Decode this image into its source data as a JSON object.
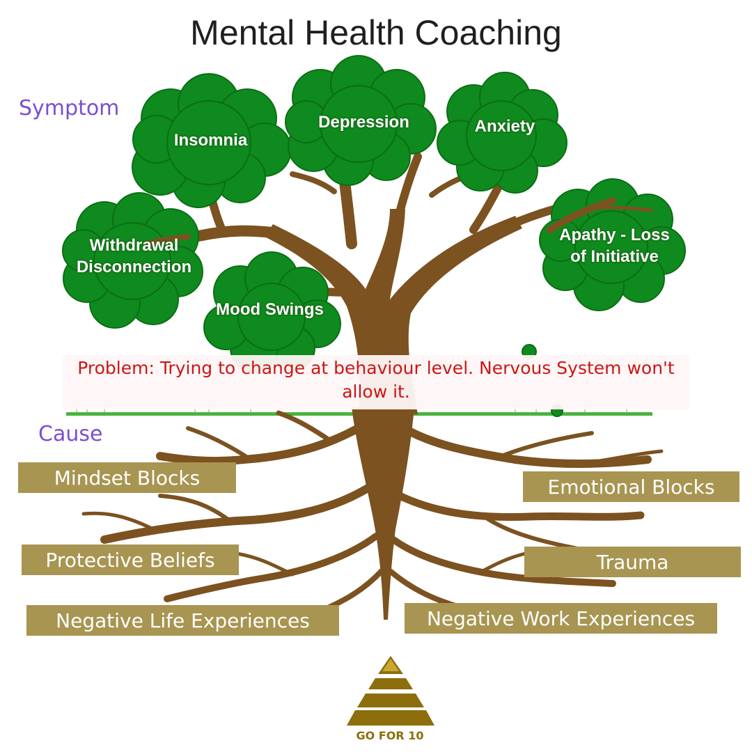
{
  "title": "Mental Health Coaching",
  "symptom_label": "Symptom",
  "cause_label": "Cause",
  "symptoms": [
    {
      "id": "insomnia",
      "label": "Insomnia"
    },
    {
      "id": "depression",
      "label": "Depression"
    },
    {
      "id": "anxiety",
      "label": "Anxiety"
    },
    {
      "id": "withdrawal",
      "label": "Withdrawal\nDisconnection"
    },
    {
      "id": "apathy",
      "label": "Apathy - Loss\nof Initiative"
    },
    {
      "id": "mood-swings",
      "label": "Mood Swings"
    }
  ],
  "problem": "Problem: Trying to change at behaviour level. Nervous System won't allow it.",
  "causes": [
    {
      "id": "mindset-blocks",
      "label": "Mindset Blocks"
    },
    {
      "id": "emotional-blocks",
      "label": "Emotional Blocks"
    },
    {
      "id": "protective-beliefs",
      "label": "Protective Beliefs"
    },
    {
      "id": "trauma",
      "label": "Trauma"
    },
    {
      "id": "negative-life-experiences",
      "label": "Negative Life Experiences"
    },
    {
      "id": "negative-work-experiences",
      "label": "Negative Work Experiences"
    }
  ],
  "logo": {
    "text": "GO FOR 10"
  },
  "colors": {
    "foliage": "#0f8a1e",
    "trunk": "#7b5220",
    "cause_box": "#a89552",
    "problem_text": "#cc1515",
    "section_label": "#7b4fd0"
  }
}
